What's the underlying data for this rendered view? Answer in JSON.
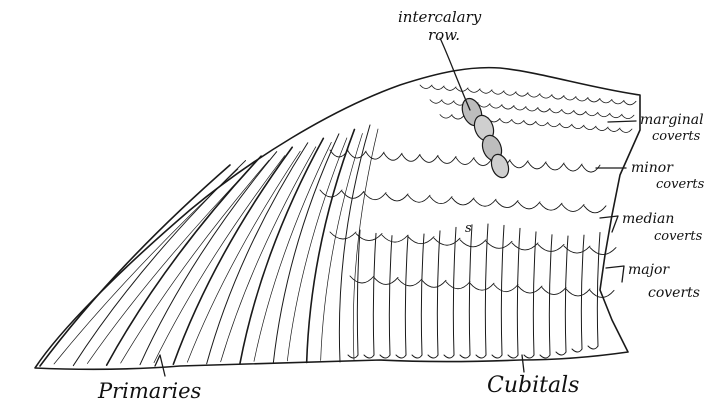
{
  "labels": {
    "intercalary_line1": "intercalary",
    "intercalary_line2": "row.",
    "marginal_line1": "marginal",
    "marginal_line2": "coverts",
    "minor_line1": "minor",
    "minor_line2": "coverts",
    "median_line1": "median",
    "median_line2": "coverts",
    "major_line1": "major",
    "major_line2": "coverts",
    "s_mark": "s",
    "primaries": "Primaries",
    "cubitals": "Cubitals"
  },
  "colors": {
    "ink": "#1a1a1a",
    "paper": "#ffffff"
  }
}
